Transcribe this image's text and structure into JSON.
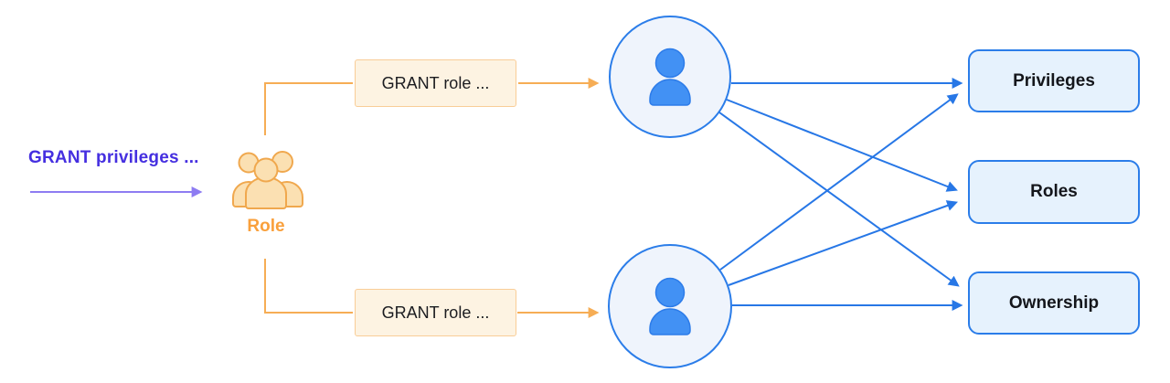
{
  "diagram": {
    "title": "role-based access control grant flow",
    "left": {
      "grant_privileges_label": "GRANT privileges ..."
    },
    "role": {
      "label": "Role",
      "icon": "role-group-icon"
    },
    "grant_role_boxes": [
      {
        "label": "GRANT role ..."
      },
      {
        "label": "GRANT role ..."
      }
    ],
    "users": [
      {
        "icon": "user-icon"
      },
      {
        "icon": "user-icon"
      }
    ],
    "targets": [
      {
        "label": "Privileges"
      },
      {
        "label": "Roles"
      },
      {
        "label": "Ownership"
      }
    ],
    "colors": {
      "purple_text": "#452FE0",
      "purple_arrow": "#8E7CF2",
      "orange_line": "#F6AD55",
      "orange_box_fill": "#FDF3E2",
      "orange_box_border": "#F9CD97",
      "role_icon_fill": "#FBE0B2",
      "role_icon_stroke": "#F0A84E",
      "role_label": "#F9A03C",
      "blue_line": "#2777E6",
      "user_circle_fill": "#EFF4FC",
      "user_person_fill": "#4291F4",
      "target_fill": "#E6F2FD",
      "target_border": "#2B7DE9"
    }
  }
}
